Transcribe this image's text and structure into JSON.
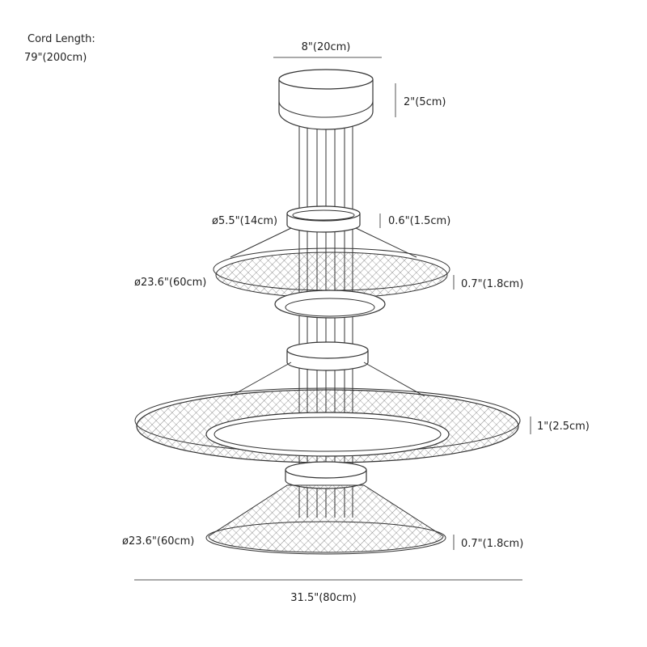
{
  "cord_length": {
    "label": "Cord Length:",
    "value": "79\"(200cm)"
  },
  "dimensions": {
    "canopy_width": "8\"(20cm)",
    "canopy_height": "2\"(5cm)",
    "top_ring_diameter": "ø5.5\"(14cm)",
    "top_ring_height": "0.6\"(1.5cm)",
    "upper_shade_diameter": "ø23.6\"(60cm)",
    "upper_shade_height": "0.7\"(1.8cm)",
    "middle_shade_height": "1\"(2.5cm)",
    "lower_shade_diameter": "ø23.6\"(60cm)",
    "lower_shade_height": "0.7\"(1.8cm)",
    "overall_width": "31.5\"(80cm)"
  }
}
